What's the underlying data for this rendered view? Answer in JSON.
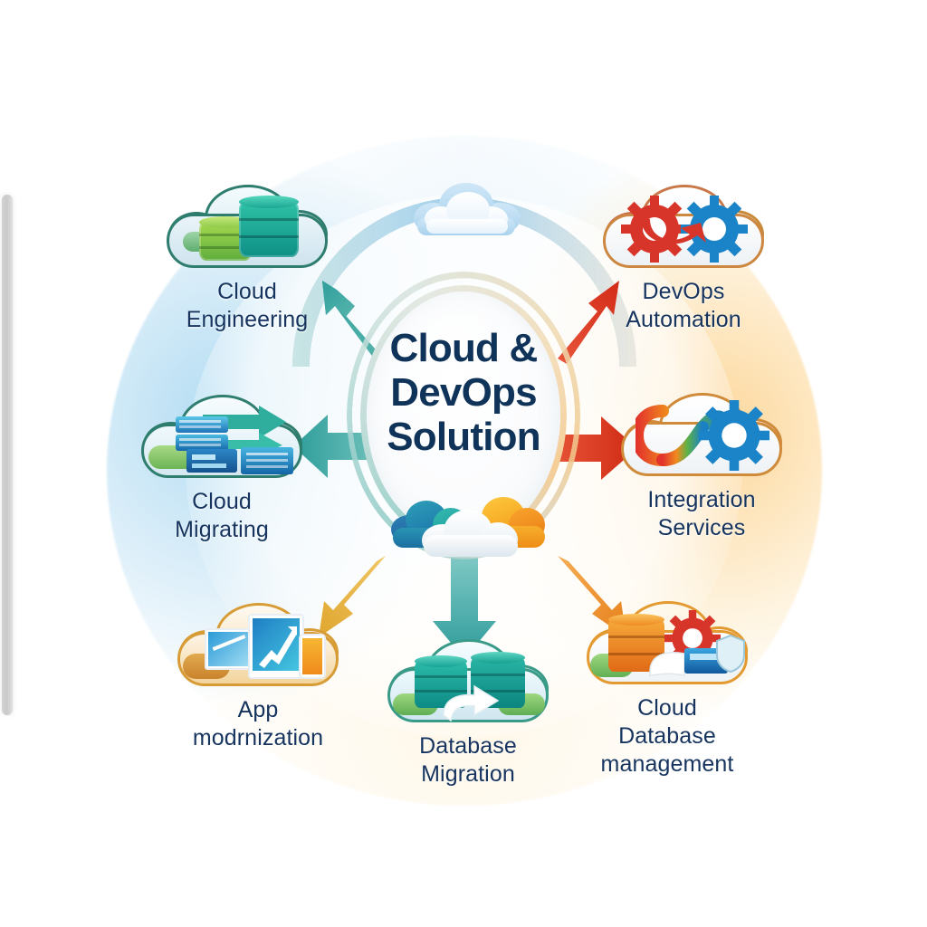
{
  "diagram": {
    "title": "Cloud & DevOps Solution",
    "center": {
      "line1": "Cloud &",
      "line2": "DevOps",
      "line3": "Solution",
      "icon": "three-clouds-icon",
      "text_color": "#103359"
    },
    "nodes": [
      {
        "id": "cloud-engineering",
        "label_line1": "Cloud",
        "label_line2": "Engineering",
        "icon": "cloud-database-stack-icon",
        "icon_colors": [
          "#6bbf59",
          "#17a07e",
          "#0f8f86"
        ],
        "arrow_color": "#3fae9f",
        "arrow_direction": "up-left",
        "position": "top-left"
      },
      {
        "id": "devops-automation",
        "label_line1": "DevOps",
        "label_line2": "Automation",
        "icon": "cloud-gears-infinity-icon",
        "icon_colors": [
          "#d8352a",
          "#1b84c8"
        ],
        "arrow_color": "#e03a20",
        "arrow_direction": "up-right",
        "position": "top-right"
      },
      {
        "id": "cloud-migrating",
        "label_line1": "Cloud",
        "label_line2": "Migrating",
        "icon": "cloud-servers-arrows-icon",
        "icon_colors": [
          "#1565b0",
          "#2aa0b5",
          "#2fb39a"
        ],
        "arrow_color": "#4cb3ab",
        "arrow_direction": "left",
        "position": "middle-left"
      },
      {
        "id": "integration-services",
        "label_line1": "Integration",
        "label_line2": "Services",
        "icon": "cloud-infinity-gear-icon",
        "icon_colors": [
          "#e23b2e",
          "#f08a1e",
          "#1b84c8"
        ],
        "arrow_color": "#e03a20",
        "arrow_direction": "right",
        "position": "middle-right"
      },
      {
        "id": "app-modernization",
        "label_line1": "App",
        "label_line2": "modrnization",
        "icon": "cloud-devices-chart-icon",
        "icon_colors": [
          "#1565b0",
          "#29a8c4",
          "#f5a623"
        ],
        "arrow_color": "#e8b23e",
        "arrow_direction": "down-left",
        "position": "bottom-left"
      },
      {
        "id": "database-migration",
        "label_line1": "Database",
        "label_line2": "Migration",
        "icon": "cloud-database-transfer-icon",
        "icon_colors": [
          "#16a596",
          "#0f8f86",
          "#7ec77a"
        ],
        "arrow_color": "#3fa8a5",
        "arrow_direction": "down",
        "position": "bottom-center"
      },
      {
        "id": "cloud-database-management",
        "label_line1": "Cloud",
        "label_line2": "Database",
        "label_line3": "management",
        "icon": "cloud-database-gear-shield-icon",
        "icon_colors": [
          "#ef8c22",
          "#d8352a",
          "#1b84c8"
        ],
        "arrow_color": "#ef8b2a",
        "arrow_direction": "down-right",
        "position": "bottom-right"
      }
    ],
    "background": {
      "left_tint": "#a5d6f0",
      "right_tint": "#fccd82",
      "canvas": "#ffffff"
    },
    "top_cloud_icon": "top-cloud-icon",
    "edge_bar": "scroll-edge-bar"
  }
}
